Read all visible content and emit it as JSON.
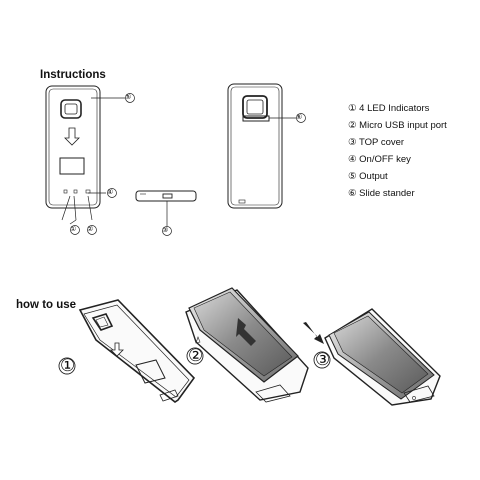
{
  "instructions_title": "Instructions",
  "how_to_use_title": "how to use",
  "legend": [
    {
      "num": "①",
      "label": "4 LED Indicators"
    },
    {
      "num": "②",
      "label": "Micro USB input port"
    },
    {
      "num": "③",
      "label": "TOP cover"
    },
    {
      "num": "④",
      "label": "On/OFF key"
    },
    {
      "num": "⑤",
      "label": "Output"
    },
    {
      "num": "⑥",
      "label": "Slide stander"
    }
  ],
  "callouts": {
    "c1": "①",
    "c2": "②",
    "c3": "③",
    "c4": "④",
    "c5": "⑤",
    "c6": "⑥"
  },
  "steps": [
    "①",
    "②",
    "③"
  ],
  "colors": {
    "line": "#222222",
    "screen": "#7a7a7a",
    "screen_light": "#b5b5b5"
  }
}
